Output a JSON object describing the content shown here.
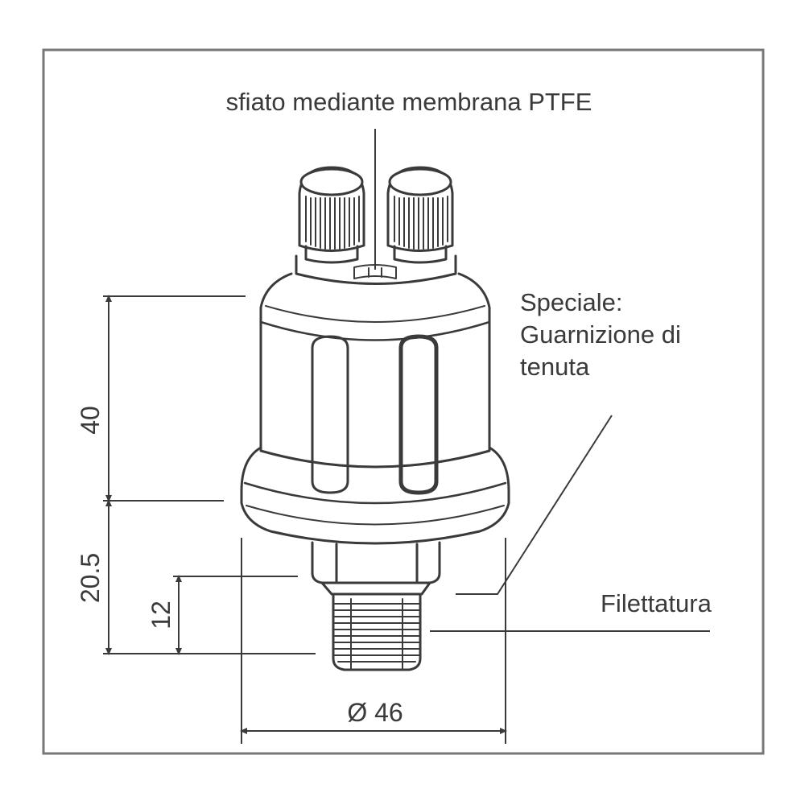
{
  "labels": {
    "vent": "sfiato mediante membrana PTFE",
    "special_line1": "Speciale:",
    "special_line2": "Guarnizione di",
    "special_line3": "tenuta",
    "thread": "Filettatura"
  },
  "dimensions": {
    "body_height": "40",
    "lower_height": "20.5",
    "thread_length": "12",
    "diameter": "Ø 46"
  },
  "colors": {
    "ink": "#3a3a3a",
    "frame": "#777777",
    "background": "#ffffff"
  }
}
